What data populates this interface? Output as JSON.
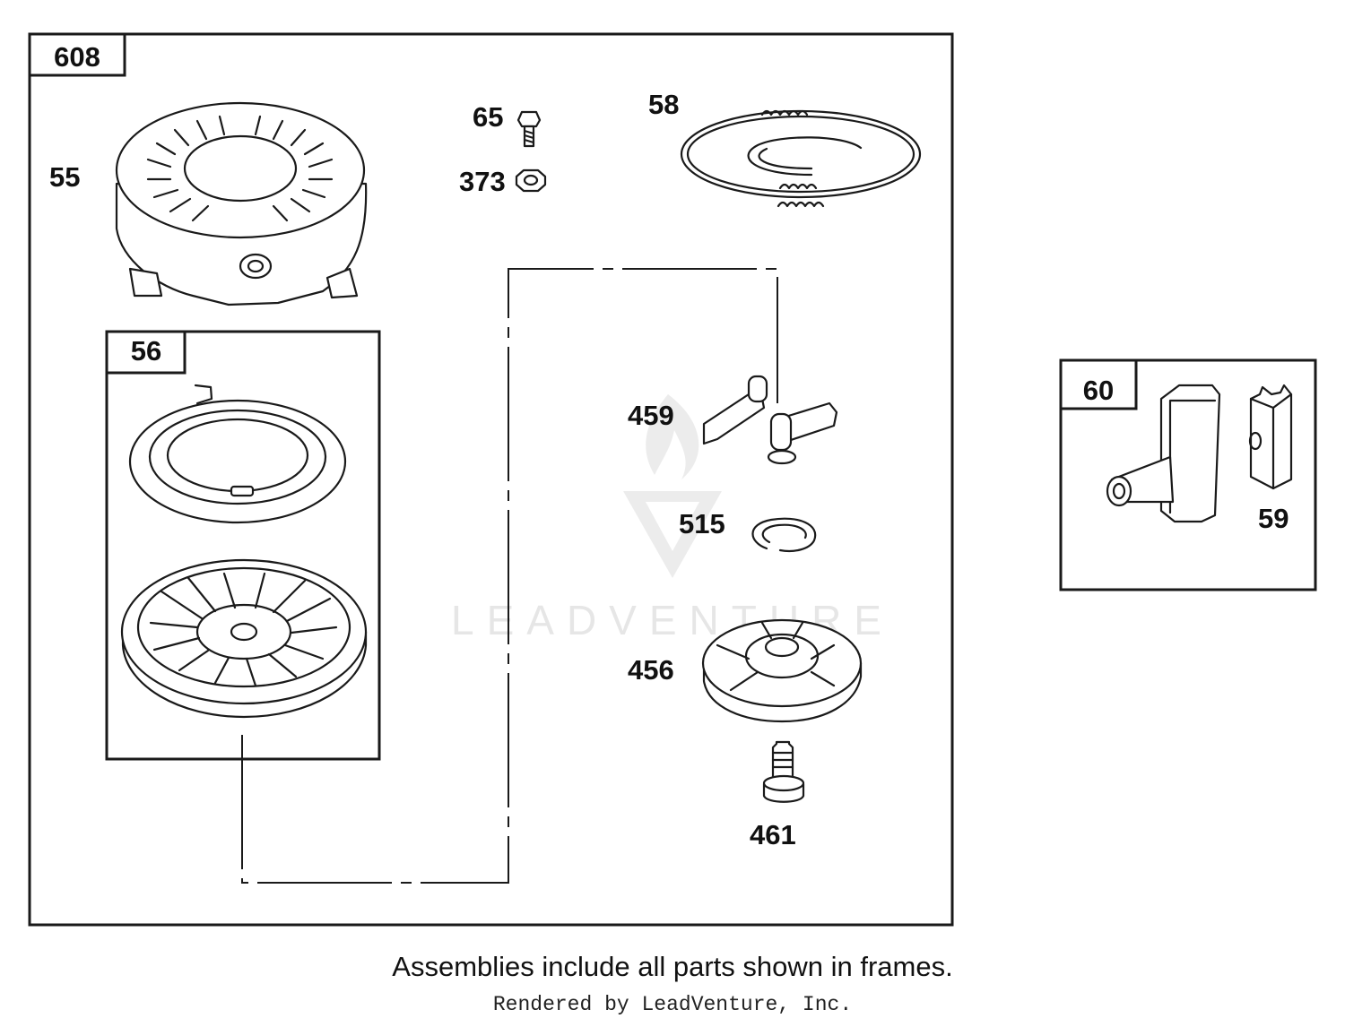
{
  "frames": {
    "main": "608",
    "sub": "56",
    "handle": "60"
  },
  "parts": {
    "p55": "55",
    "p65": "65",
    "p373": "373",
    "p58": "58",
    "p459": "459",
    "p515": "515",
    "p456": "456",
    "p461": "461",
    "p59": "59"
  },
  "watermark": "LEADVENTURE",
  "footnote": "Assemblies include all parts shown in frames.",
  "credit": "Rendered by LeadVenture, Inc."
}
